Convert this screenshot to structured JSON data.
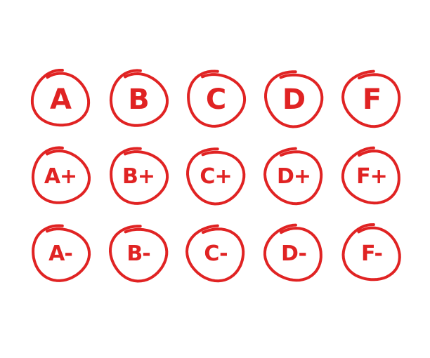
{
  "colors": {
    "ink": "#e02323",
    "background": "#ffffff"
  },
  "grades": [
    [
      "A",
      "B",
      "C",
      "D",
      "F"
    ],
    [
      "A+",
      "B+",
      "C+",
      "D+",
      "F+"
    ],
    [
      "A-",
      "B-",
      "C-",
      "D-",
      "F-"
    ]
  ]
}
